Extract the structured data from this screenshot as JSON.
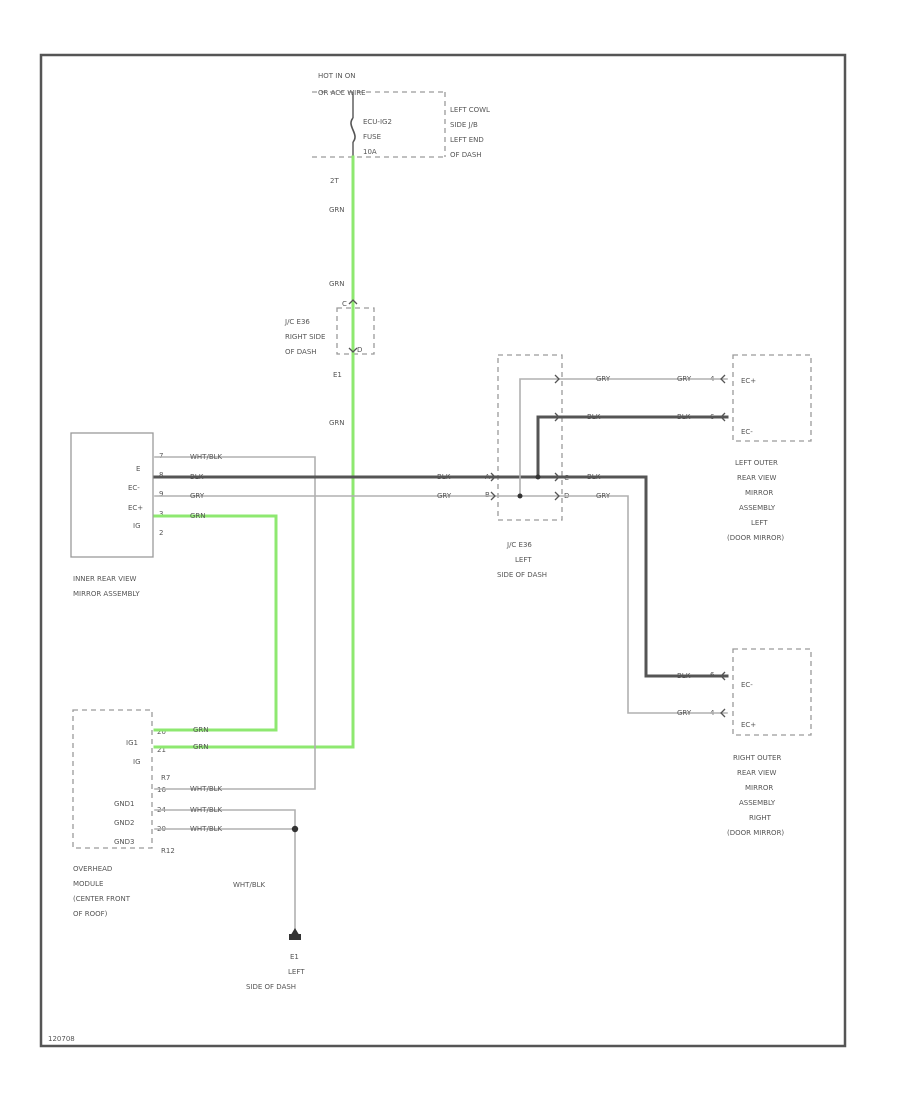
{
  "page_code": "120708",
  "fuse": {
    "hot_line1": "HOT IN ON",
    "hot_line2": "OR ACC WIRE",
    "fuse_line1": "ECU-IG2",
    "fuse_line2": "FUSE",
    "fuse_line3": "10A",
    "jb_line1": "LEFT COWL",
    "jb_line2": "SIDE J/B",
    "jb_line3": "LEFT END",
    "jb_line4": "OF DASH",
    "pin_bottom": "2T"
  },
  "junction_right": {
    "line1": "J/C E36",
    "line2": "RIGHT SIDE",
    "line3": "OF DASH",
    "pin_top": "C",
    "pin_bottom": "D",
    "label_below": "E1"
  },
  "junction_left": {
    "line1": "J/C E36",
    "line2": "LEFT",
    "line3": "SIDE OF DASH",
    "pins": [
      "A",
      "B",
      "C",
      "D"
    ]
  },
  "inner_mirror": {
    "line1": "INNER REAR VIEW",
    "line2": "MIRROR ASSEMBLY",
    "pins": [
      "E",
      "EC-",
      "EC+",
      "IG"
    ],
    "pin_nums": [
      "7",
      "8",
      "9",
      "3",
      "2"
    ]
  },
  "left_outer_mirror": {
    "line1": "LEFT OUTER",
    "line2": "REAR VIEW",
    "line3": "MIRROR",
    "line4": "ASSEMBLY",
    "line5": "LEFT",
    "line6": "(DOOR MIRROR)",
    "pins": [
      "EC+",
      "EC-"
    ],
    "pin_nums": [
      "4",
      "6"
    ]
  },
  "right_outer_mirror": {
    "line1": "RIGHT OUTER",
    "line2": "REAR VIEW",
    "line3": "MIRROR",
    "line4": "ASSEMBLY",
    "line5": "RIGHT",
    "line6": "(DOOR MIRROR)",
    "pins": [
      "EC-",
      "EC+"
    ],
    "pin_nums": [
      "6",
      "4"
    ]
  },
  "overhead_module": {
    "line1": "OVERHEAD",
    "line2": "MODULE",
    "line3": "(CENTER FRONT",
    "line4": "OF ROOF)",
    "pins": [
      "IG1",
      "IG",
      "GND1",
      "GND2",
      "GND3"
    ],
    "connector_top": "R7",
    "connector_bottom": "R12",
    "pin_nums": [
      "20",
      "21",
      "16",
      "24",
      "20"
    ]
  },
  "ground": {
    "line1": "E1",
    "line2": "LEFT",
    "line3": "SIDE OF DASH",
    "wire_label": "WHT/BLK"
  },
  "wire_labels": {
    "grn": "GRN",
    "gry": "GRY",
    "blk": "BLK",
    "wht_blk": "WHT/BLK"
  }
}
